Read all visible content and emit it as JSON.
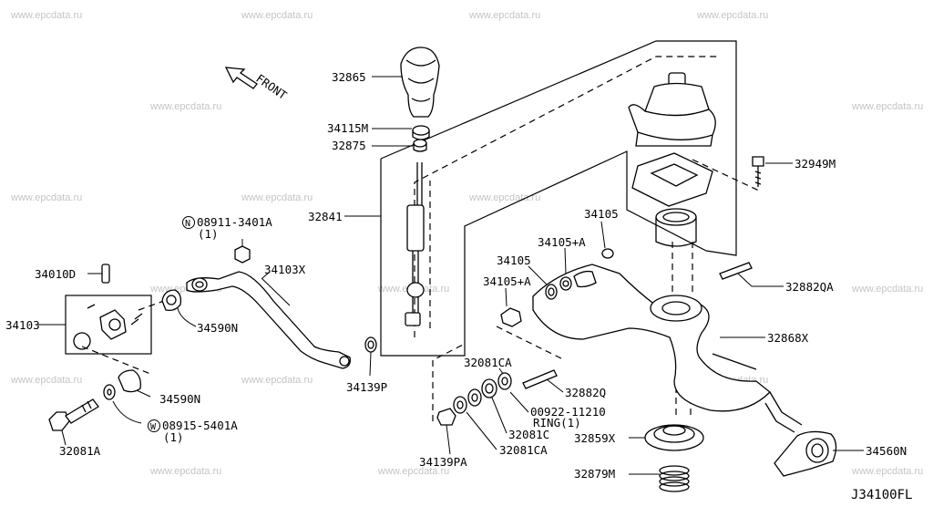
{
  "watermark": "www.epcdata.ru",
  "front_label": "FRONT",
  "diagram_ref": "J34100FL",
  "labels": {
    "p32865": "32865",
    "p34115M": "34115M",
    "p32875": "32875",
    "p32841": "32841",
    "p32949M": "32949M",
    "n08911_a": "08911-3401A",
    "n08911_b": "(1)",
    "p34010D": "34010D",
    "p34103X": "34103X",
    "p34103": "34103",
    "p34590N_a": "34590N",
    "p34590N_b": "34590N",
    "p34139P": "34139P",
    "p32081A": "32081A",
    "w08915_a": "08915-5401A",
    "w08915_b": "(1)",
    "p34105_a": "34105",
    "p34105_b": "34105",
    "p34105A_a": "34105+A",
    "p34105A_b": "34105+A",
    "p32882QA": "32882QA",
    "p32868X": "32868X",
    "p32081CA_a": "32081CA",
    "p32882Q": "32882Q",
    "ring_a": "00922-11210",
    "ring_b": "RING(1)",
    "p32081C": "32081C",
    "p32081CA_b": "32081CA",
    "p34139PA": "34139PA",
    "p32859X": "32859X",
    "p34560N": "34560N",
    "p32879M": "32879M"
  },
  "circled_prefix": {
    "n": "N",
    "w": "W"
  },
  "icons": [
    "arrow-front-icon"
  ]
}
